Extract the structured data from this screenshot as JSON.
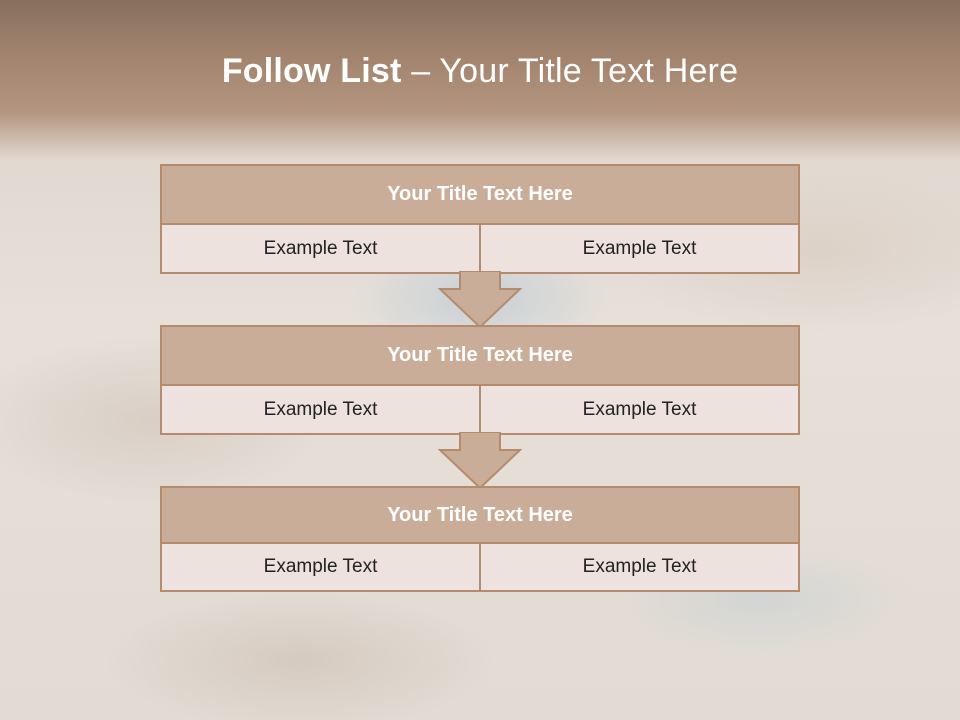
{
  "slide": {
    "title_bold": "Follow List",
    "title_rest": "– Your Title Text Here"
  },
  "blocks": [
    {
      "title": "Your Title Text Here",
      "left": "Example Text",
      "right": "Example Text"
    },
    {
      "title": "Your Title Text Here",
      "left": "Example Text",
      "right": "Example Text"
    },
    {
      "title": "Your Title Text Here",
      "left": "Example Text",
      "right": "Example Text"
    }
  ],
  "colors": {
    "header": "#a2846e",
    "block_title_fill": "#c9ad98",
    "cell_fill": "#ede2de",
    "border": "#b68b6c"
  },
  "icons": [
    "down-arrow-icon",
    "down-arrow-icon"
  ]
}
